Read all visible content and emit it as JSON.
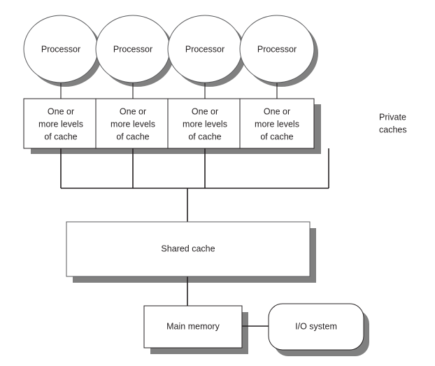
{
  "diagram": {
    "type": "block-diagram",
    "title_visible": false,
    "colors": {
      "background": "#ffffff",
      "shape_fill": "#ffffff",
      "shape_stroke": "#231f20",
      "shadow": "#808080",
      "text": "#231f20",
      "connector": "#231f20"
    },
    "processors": [
      {
        "id": "processor-1",
        "label": "Processor"
      },
      {
        "id": "processor-2",
        "label": "Processor"
      },
      {
        "id": "processor-3",
        "label": "Processor"
      },
      {
        "id": "processor-4",
        "label": "Processor"
      }
    ],
    "private_caches": [
      {
        "id": "cache-1",
        "line1": "One or",
        "line2": "more levels",
        "line3": "of cache"
      },
      {
        "id": "cache-2",
        "line1": "One or",
        "line2": "more levels",
        "line3": "of cache"
      },
      {
        "id": "cache-3",
        "line1": "One or",
        "line2": "more levels",
        "line3": "of cache"
      },
      {
        "id": "cache-4",
        "line1": "One or",
        "line2": "more levels",
        "line3": "of cache"
      }
    ],
    "annotation": {
      "id": "private-caches-label",
      "line1": "Private",
      "line2": "caches"
    },
    "shared_cache": {
      "id": "shared-cache",
      "label": "Shared cache"
    },
    "main_memory": {
      "id": "main-memory",
      "label": "Main memory"
    },
    "io_system": {
      "id": "io-system",
      "label": "I/O system"
    }
  }
}
